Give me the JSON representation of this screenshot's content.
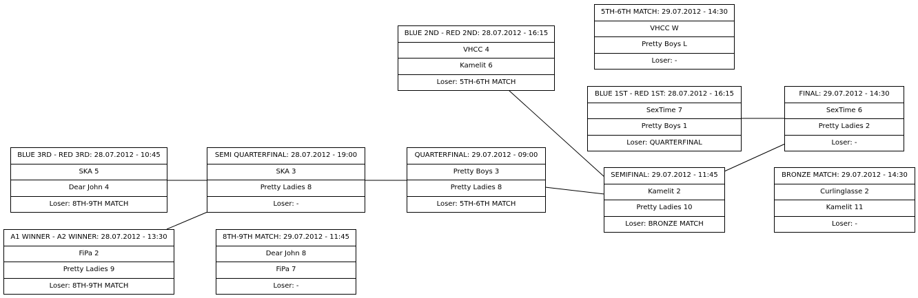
{
  "matches": {
    "blue3_red3": {
      "title": "BLUE 3RD - RED 3RD: 28.07.2012 - 10:45",
      "team1": "SKA 5",
      "team2": "Dear John 4",
      "loser": "Loser: 8TH-9TH MATCH"
    },
    "a1_a2": {
      "title": "A1 WINNER - A2 WINNER: 28.07.2012 - 13:30",
      "team1": "FiPa 2",
      "team2": "Pretty Ladies 9",
      "loser": "Loser: 8TH-9TH MATCH"
    },
    "semi_quarterfinal": {
      "title": "SEMI QUARTERFINAL: 28.07.2012 - 19:00",
      "team1": "SKA 3",
      "team2": "Pretty Ladies 8",
      "loser": "Loser: -"
    },
    "eighth_ninth": {
      "title": "8TH-9TH MATCH: 29.07.2012 - 11:45",
      "team1": "Dear John 8",
      "team2": "FiPa 7",
      "loser": "Loser: -"
    },
    "blue2_red2": {
      "title": "BLUE 2ND - RED 2ND: 28.07.2012 - 16:15",
      "team1": "VHCC 4",
      "team2": "Kamelit 6",
      "loser": "Loser: 5TH-6TH MATCH"
    },
    "quarterfinal": {
      "title": "QUARTERFINAL: 29.07.2012 - 09:00",
      "team1": "Pretty Boys 3",
      "team2": "Pretty Ladies 8",
      "loser": "Loser: 5TH-6TH MATCH"
    },
    "fifth_sixth": {
      "title": "5TH-6TH MATCH: 29.07.2012 - 14:30",
      "team1": "VHCC W",
      "team2": "Pretty Boys L",
      "loser": "Loser: -"
    },
    "blue1_red1": {
      "title": "BLUE 1ST - RED 1ST: 28.07.2012 - 16:15",
      "team1": "SexTime 7",
      "team2": "Pretty Boys 1",
      "loser": "Loser: QUARTERFINAL"
    },
    "semifinal": {
      "title": "SEMIFINAL: 29.07.2012 - 11:45",
      "team1": "Kamelit 2",
      "team2": "Pretty Ladies 10",
      "loser": "Loser: BRONZE MATCH"
    },
    "final": {
      "title": "FINAL: 29.07.2012 - 14:30",
      "team1": "SexTime 6",
      "team2": "Pretty Ladies 2",
      "loser": "Loser: -"
    },
    "bronze": {
      "title": "BRONZE MATCH: 29.07.2012 - 14:30",
      "team1": "Curlinglasse 2",
      "team2": "Kamelit 11",
      "loser": "Loser: -"
    }
  }
}
